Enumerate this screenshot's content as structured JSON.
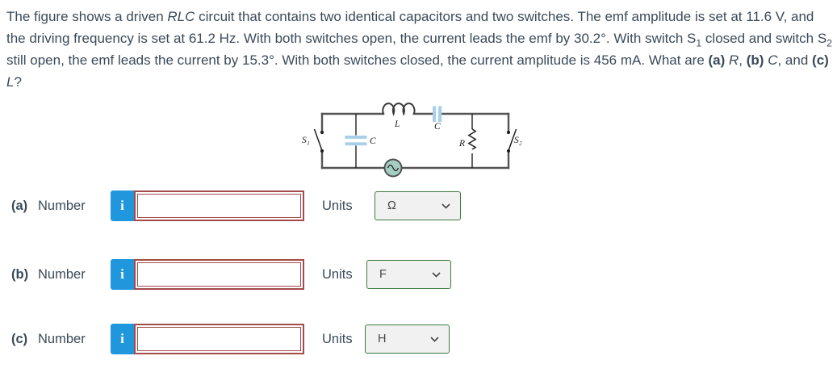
{
  "problem": {
    "segments": [
      {
        "text": "The figure shows a driven ",
        "style": "n"
      },
      {
        "text": "RLC",
        "style": "i"
      },
      {
        "text": " circuit that contains two identical capacitors and two switches. The emf amplitude is set at 11.6 V, and the driving frequency is set at 61.2 Hz. With both switches open, the current leads the emf by 30.2°. With switch S",
        "style": "n"
      },
      {
        "text": "1",
        "style": "sub"
      },
      {
        "text": " closed and switch S",
        "style": "n"
      },
      {
        "text": "2",
        "style": "sub"
      },
      {
        "text": " still open, the emf leads the current by 15.3°. With both switches closed, the current amplitude is 456 mA. What are ",
        "style": "n"
      },
      {
        "text": "(a)",
        "style": "b"
      },
      {
        "text": " ",
        "style": "n"
      },
      {
        "text": "R",
        "style": "i"
      },
      {
        "text": ", ",
        "style": "n"
      },
      {
        "text": "(b)",
        "style": "b"
      },
      {
        "text": " ",
        "style": "n"
      },
      {
        "text": "C",
        "style": "i"
      },
      {
        "text": ", and ",
        "style": "n"
      },
      {
        "text": "(c)",
        "style": "b"
      },
      {
        "text": " ",
        "style": "n"
      },
      {
        "text": "L",
        "style": "i"
      },
      {
        "text": "?",
        "style": "n"
      }
    ]
  },
  "circuit": {
    "labels": {
      "s1": "S₁",
      "c_parallel": "C",
      "inductor": "L",
      "c_series": "C",
      "resistor": "R",
      "s2": "S₂"
    },
    "colors": {
      "wire": "#545456",
      "thin": "#1f1f1f",
      "capacitor_plate": "#a9cfe9",
      "source_fill": "#a5cec2"
    }
  },
  "rows": [
    {
      "label": "(a)",
      "field_label": "Number",
      "info_icon": "i",
      "input_value": "",
      "units_label": "Units",
      "unit_value": "Ω"
    },
    {
      "label": "(b)",
      "field_label": "Number",
      "info_icon": "i",
      "input_value": "",
      "units_label": "Units",
      "unit_value": "F"
    },
    {
      "label": "(c)",
      "field_label": "Number",
      "info_icon": "i",
      "input_value": "",
      "units_label": "Units",
      "unit_value": "H"
    }
  ],
  "colors": {
    "accent_blue": "#2096dd",
    "error_red": "#a34a4a",
    "success_green": "#3c7a3e",
    "text": "#3b4a5a"
  }
}
